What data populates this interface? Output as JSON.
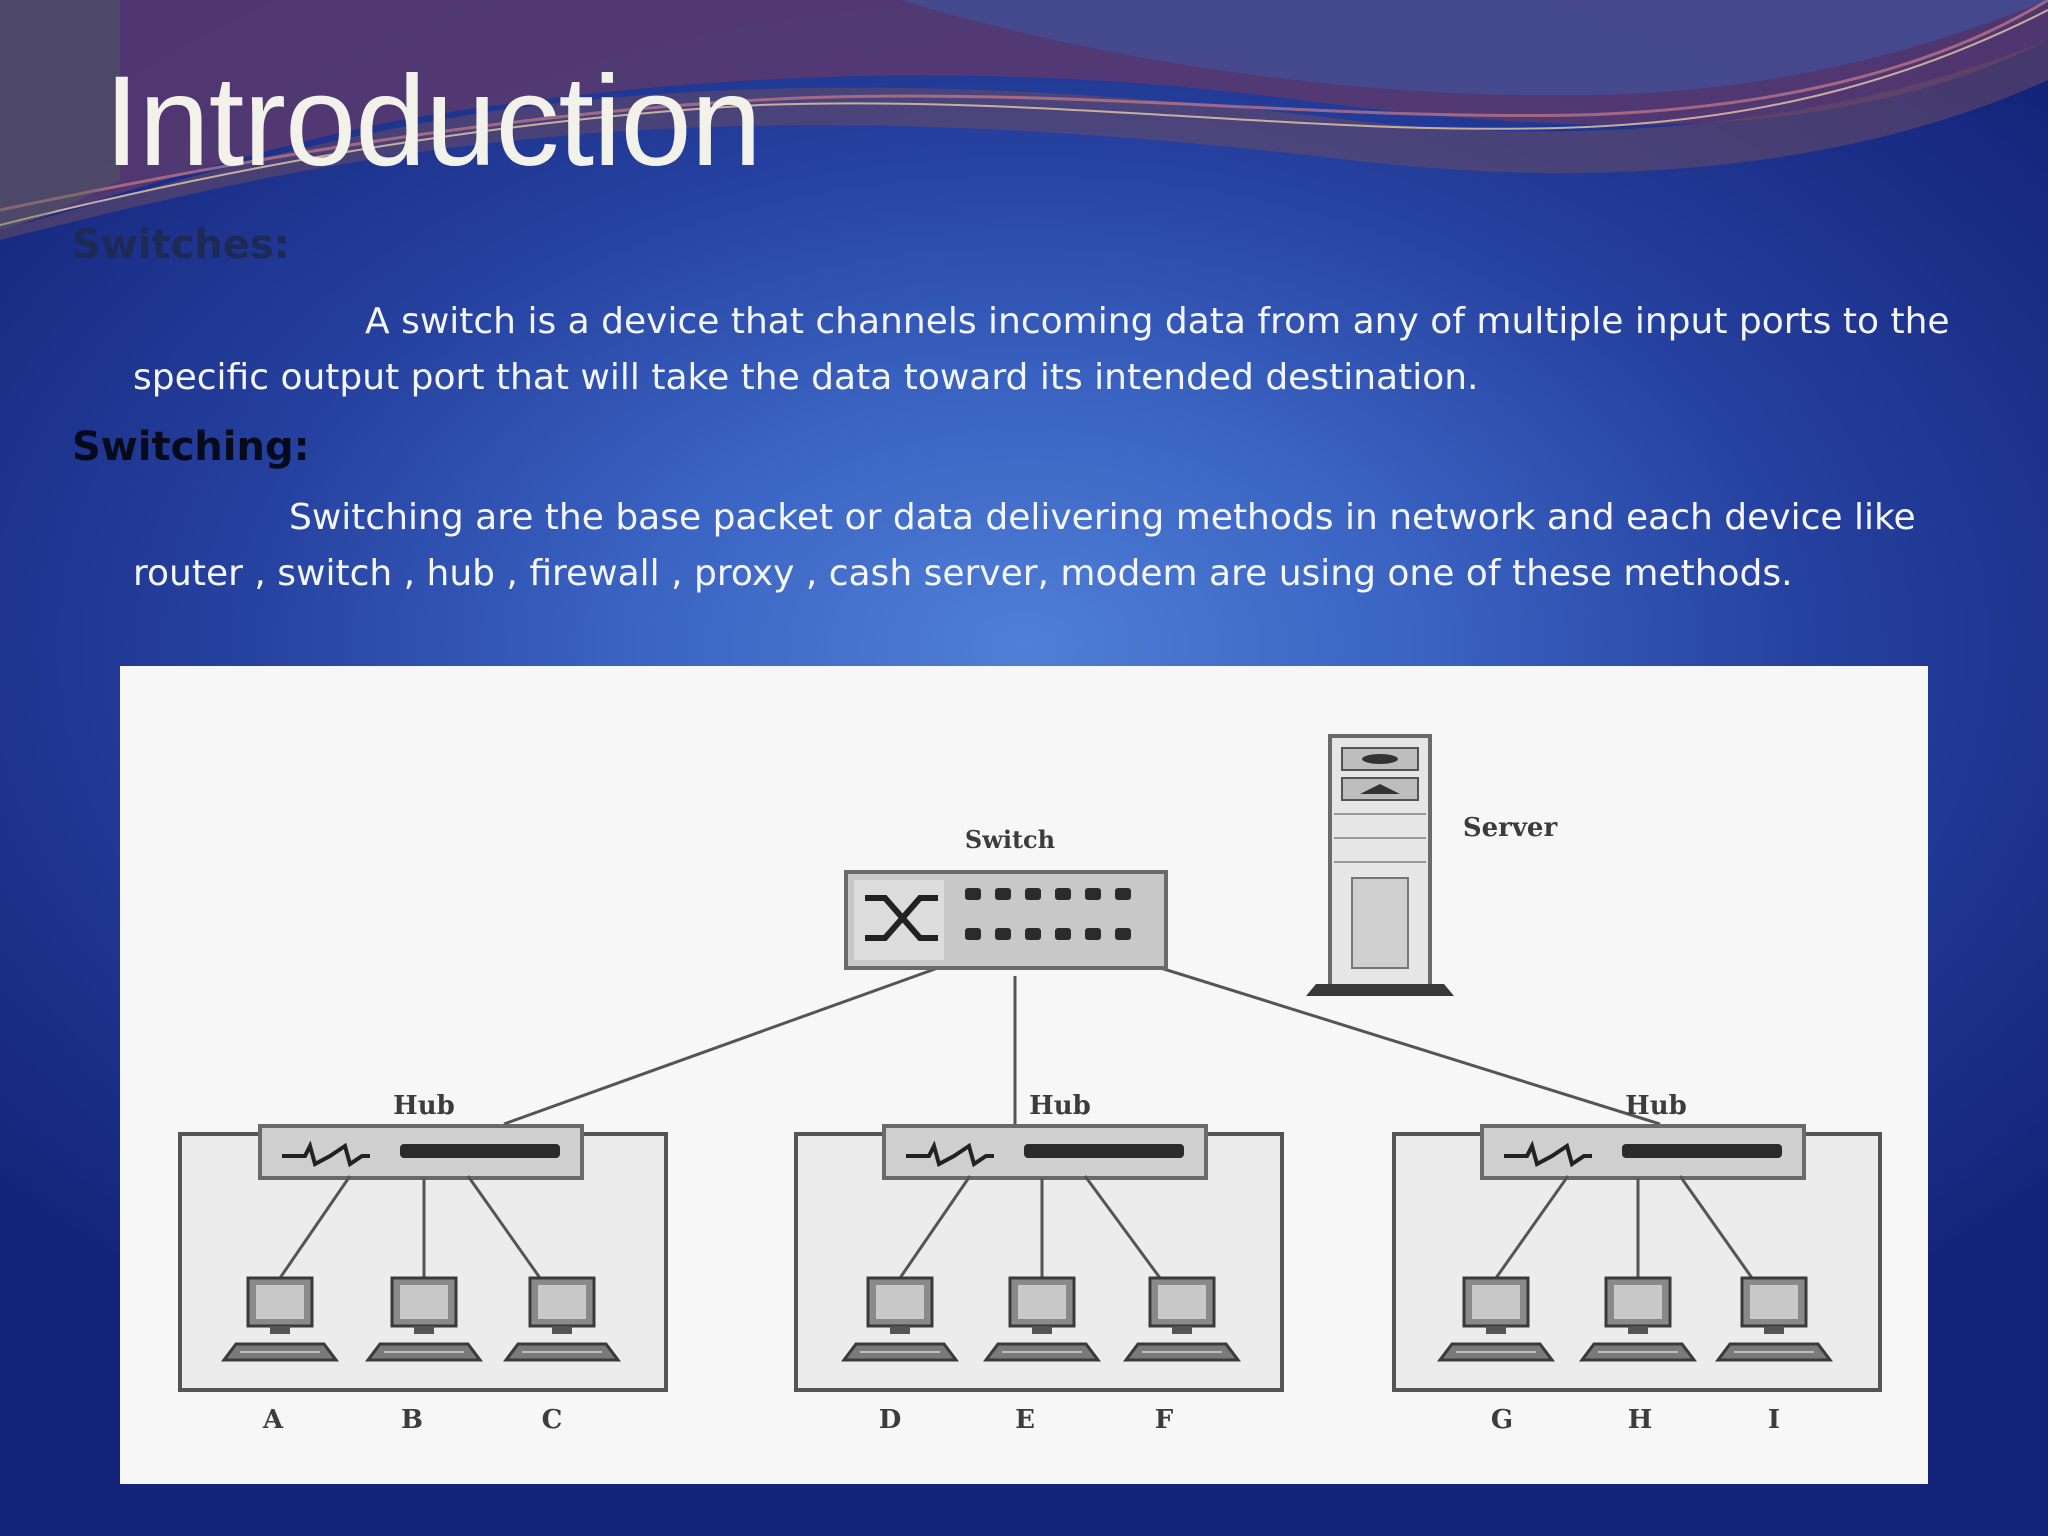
{
  "slide": {
    "title": "Introduction",
    "sections": [
      {
        "heading": "Switches:",
        "body": "A switch is a device that channels incoming data from any of multiple input ports to the specific output port that will take the data toward its intended destination."
      },
      {
        "heading": "Switching:",
        "body": "Switching are the base packet or data delivering methods in network and each device like router , switch , hub , firewall , proxy , cash server, modem are using one of these methods."
      }
    ]
  },
  "diagram": {
    "switch_label": "Switch",
    "server_label": "Server",
    "hubs": [
      {
        "label": "Hub",
        "computers": [
          "A",
          "B",
          "C"
        ]
      },
      {
        "label": "Hub",
        "computers": [
          "D",
          "E",
          "F"
        ]
      },
      {
        "label": "Hub",
        "computers": [
          "G",
          "H",
          "I"
        ]
      }
    ]
  }
}
